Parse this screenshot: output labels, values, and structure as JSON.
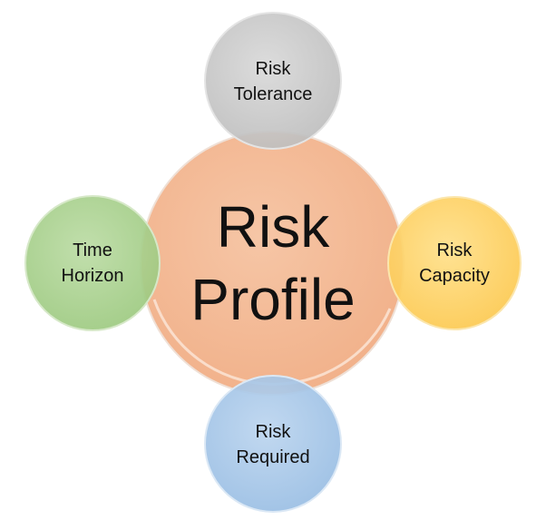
{
  "center": {
    "lines": [
      "Risk",
      "Profile"
    ],
    "color": "#f4b994",
    "edge": "#ecae87"
  },
  "satellites": [
    {
      "id": "risk-tolerance",
      "lines": [
        "Risk",
        "Tolerance"
      ],
      "color": "#c9c9c9"
    },
    {
      "id": "risk-capacity",
      "lines": [
        "Risk",
        "Capacity"
      ],
      "color": "#fdd36a"
    },
    {
      "id": "risk-required",
      "lines": [
        "Risk",
        "Required"
      ],
      "color": "#a9c9e8"
    },
    {
      "id": "time-horizon",
      "lines": [
        "Time",
        "Horizon"
      ],
      "color": "#a9d18e"
    }
  ]
}
